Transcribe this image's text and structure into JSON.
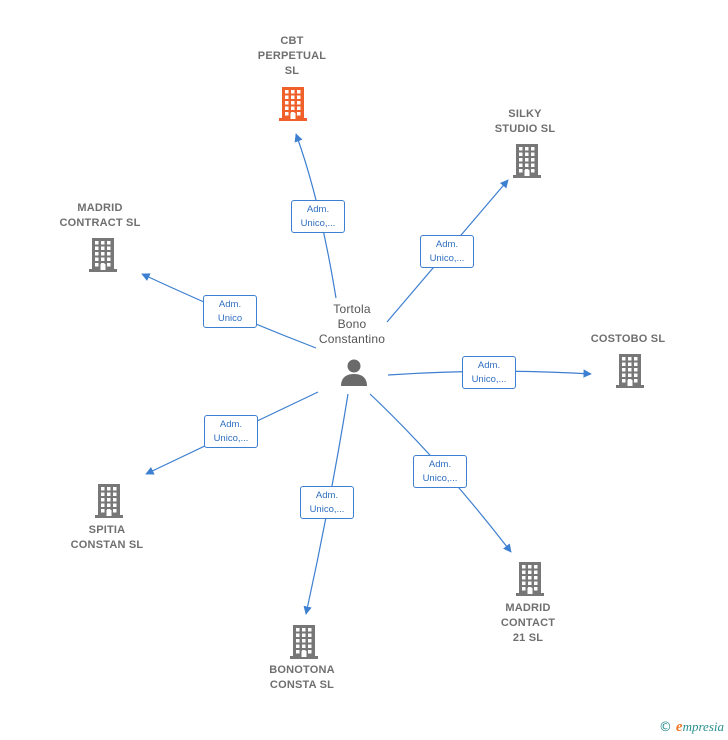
{
  "center": {
    "name": "Tortola\nBono\nConstantino"
  },
  "nodes": [
    {
      "id": "cbt",
      "name": "CBT\nPERPETUAL\nSL",
      "highlight": true
    },
    {
      "id": "silky",
      "name": "SILKY\nSTUDIO  SL",
      "highlight": false
    },
    {
      "id": "madrid-contract",
      "name": "MADRID\nCONTRACT  SL",
      "highlight": false
    },
    {
      "id": "costobo",
      "name": "COSTOBO SL",
      "highlight": false
    },
    {
      "id": "spitia",
      "name": "SPITIA\nCONSTAN  SL",
      "highlight": false
    },
    {
      "id": "bonotona",
      "name": "BONOTONA\nCONSTA  SL",
      "highlight": false
    },
    {
      "id": "madrid-contact",
      "name": "MADRID\nCONTACT\n21  SL",
      "highlight": false
    }
  ],
  "edges": [
    {
      "to": "cbt",
      "label": "Adm.\nUnico,..."
    },
    {
      "to": "silky",
      "label": "Adm.\nUnico,..."
    },
    {
      "to": "madrid-contract",
      "label": "Adm.\nUnico"
    },
    {
      "to": "costobo",
      "label": "Adm.\nUnico,..."
    },
    {
      "to": "spitia",
      "label": "Adm.\nUnico,..."
    },
    {
      "to": "bonotona",
      "label": "Adm.\nUnico,..."
    },
    {
      "to": "madrid-contact",
      "label": "Adm.\nUnico,..."
    }
  ],
  "footer": {
    "copyright": "©",
    "brand_e": "e",
    "brand_rest": "mpresia"
  },
  "colors": {
    "edge": "#3d7fd0",
    "building": "#777777",
    "highlight": "#f0602a",
    "person": "#6a6a6a"
  },
  "icons": {
    "company": "building-icon",
    "person": "person-icon"
  }
}
